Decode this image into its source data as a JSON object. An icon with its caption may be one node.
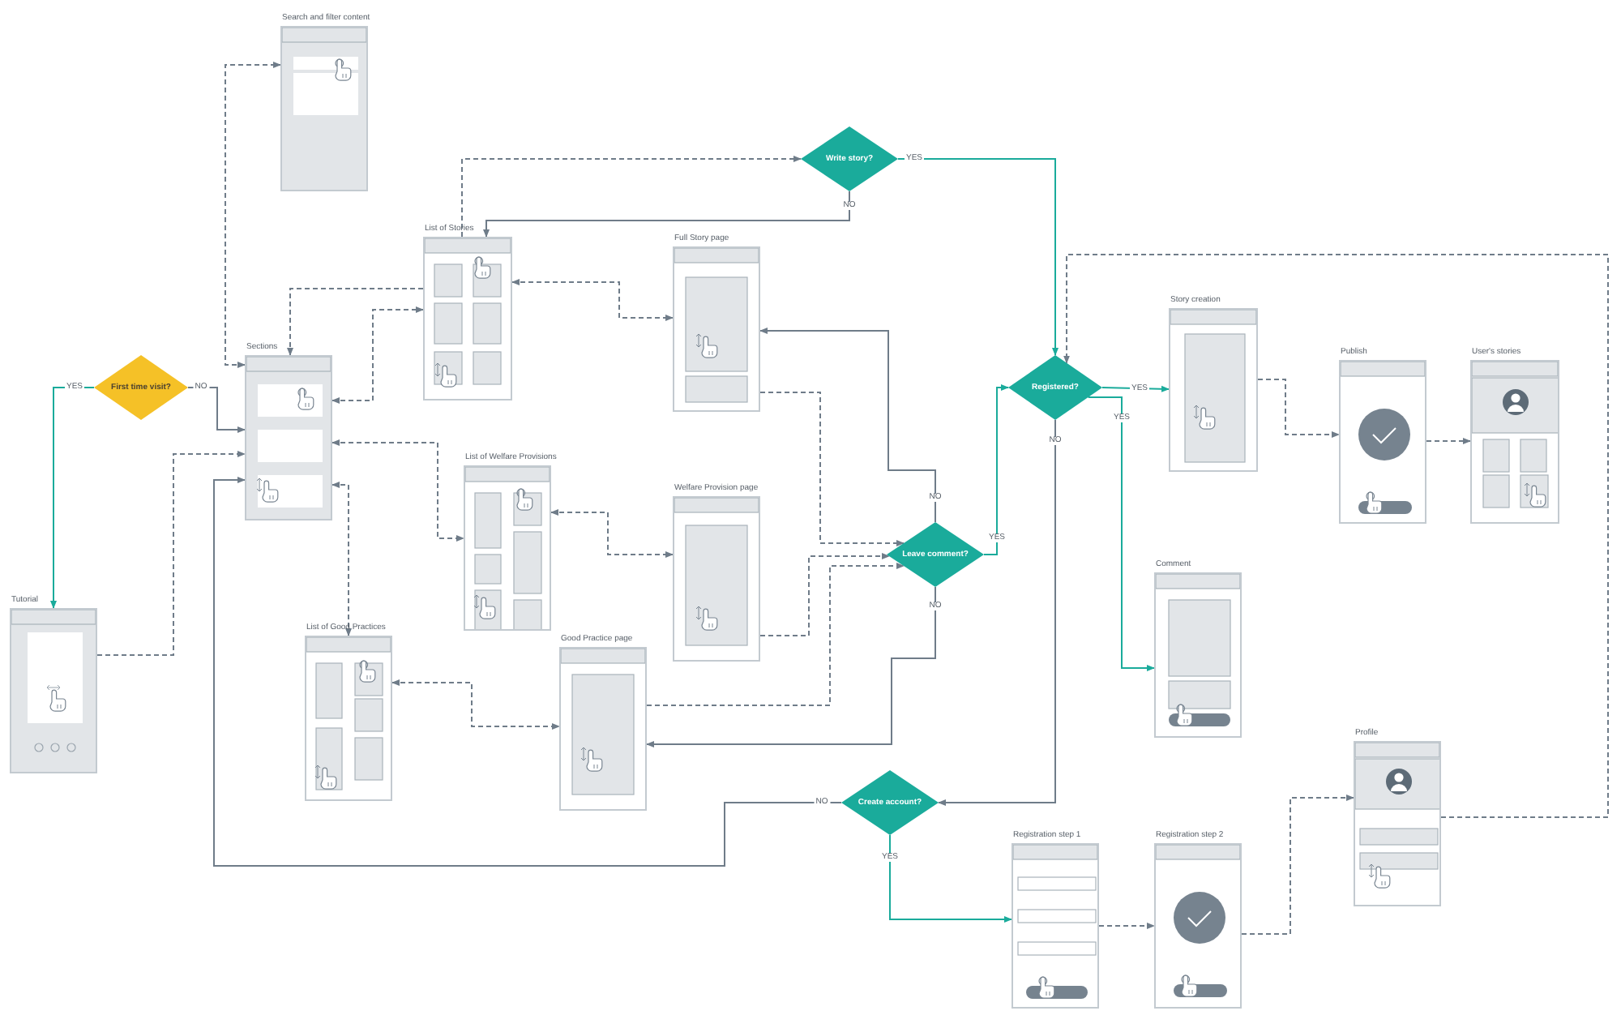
{
  "diagram": {
    "nodes": [
      {
        "text": [
          "Search and filter content"
        ]
      },
      {
        "text": [
          "Write story?"
        ]
      },
      {
        "text": [
          "List of Stories"
        ]
      },
      {
        "text": [
          "Full Story page"
        ]
      },
      {
        "text": [
          "First time visit?"
        ]
      },
      {
        "text": [
          "Sections"
        ]
      },
      {
        "text": [
          "Registered?"
        ]
      },
      {
        "text": [
          "Story creation"
        ]
      },
      {
        "text": [
          "Publish"
        ]
      },
      {
        "text": [
          "User's stories"
        ]
      },
      {
        "text": [
          "List of Welfare Provisions"
        ]
      },
      {
        "text": [
          "Welfare Provision page"
        ]
      },
      {
        "text": [
          "Leave comment?"
        ]
      },
      {
        "text": [
          "Comment"
        ]
      },
      {
        "text": [
          "Tutorial"
        ]
      },
      {
        "text": [
          "List of Good Practices"
        ]
      },
      {
        "text": [
          "Good Practice page"
        ]
      },
      {
        "text": [
          "Profile"
        ]
      },
      {
        "text": [
          "Create account?"
        ]
      },
      {
        "text": [
          "Registration step 1"
        ]
      },
      {
        "text": [
          "Registration step 2"
        ]
      }
    ],
    "edges": [
      {
        "from": 4,
        "to": 14,
        "arrow": "to",
        "label": "YES",
        "color": "#1aab9b"
      },
      {
        "from": 4,
        "to": 5,
        "arrow": "to",
        "label": "NO"
      },
      {
        "from": 14,
        "to": 5,
        "arrow": "to",
        "style": "dashed"
      },
      {
        "from": 5,
        "to": 0,
        "arrow": "both",
        "style": "dashed"
      },
      {
        "from": 2,
        "to": 5,
        "arrow": "to",
        "style": "dashed"
      },
      {
        "from": 5,
        "to": 2,
        "arrow": "both",
        "style": "dashed"
      },
      {
        "from": 2,
        "to": 1,
        "arrow": "to",
        "style": "dashed"
      },
      {
        "from": 1,
        "to": 2,
        "arrow": "to",
        "label": "NO"
      },
      {
        "from": 1,
        "to": 6,
        "arrow": "to",
        "label": "YES",
        "color": "#1aab9b"
      },
      {
        "from": 2,
        "to": 3,
        "arrow": "both",
        "style": "dashed"
      },
      {
        "from": 3,
        "to": 12,
        "arrow": "to",
        "style": "dashed"
      },
      {
        "from": 12,
        "to": 3,
        "arrow": "to",
        "label": "NO"
      },
      {
        "from": 12,
        "to": 16,
        "arrow": "to",
        "label": "NO"
      },
      {
        "from": 12,
        "to": 6,
        "arrow": "to",
        "label": "YES",
        "color": "#1aab9b"
      },
      {
        "from": 5,
        "to": 10,
        "arrow": "both",
        "style": "dashed"
      },
      {
        "from": 5,
        "to": 15,
        "arrow": "both",
        "style": "dashed"
      },
      {
        "from": 10,
        "to": 11,
        "arrow": "both",
        "style": "dashed"
      },
      {
        "from": 11,
        "to": 12,
        "arrow": "to",
        "style": "dashed"
      },
      {
        "from": 16,
        "to": 12,
        "arrow": "to",
        "style": "dashed"
      },
      {
        "from": 15,
        "to": 16,
        "arrow": "both",
        "style": "dashed"
      },
      {
        "from": 18,
        "to": 5,
        "arrow": "to",
        "label": "NO"
      },
      {
        "from": 6,
        "to": 18,
        "arrow": "to",
        "label": "NO"
      },
      {
        "from": 6,
        "to": 7,
        "arrow": "to",
        "label": "YES",
        "color": "#1aab9b"
      },
      {
        "from": 6,
        "to": 13,
        "arrow": "to",
        "label": "YES",
        "color": "#1aab9b"
      },
      {
        "from": 7,
        "to": 8,
        "arrow": "to",
        "style": "dashed"
      },
      {
        "from": 8,
        "to": 9,
        "arrow": "to",
        "style": "dashed"
      },
      {
        "from": 18,
        "to": 19,
        "arrow": "to",
        "label": "YES",
        "color": "#1aab9b"
      },
      {
        "from": 19,
        "to": 20,
        "arrow": "to",
        "style": "dashed"
      },
      {
        "from": 20,
        "to": 17,
        "arrow": "to",
        "style": "dashed"
      },
      {
        "from": 17,
        "to": 6,
        "arrow": "to",
        "style": "dashed"
      }
    ]
  }
}
